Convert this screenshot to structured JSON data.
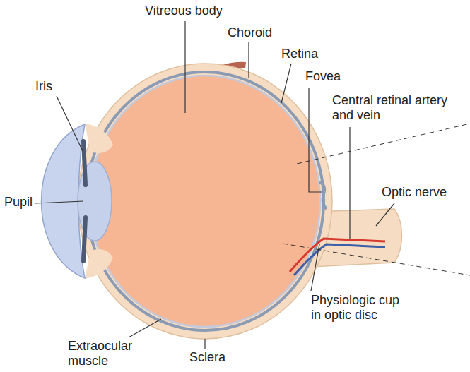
{
  "diagram": {
    "labels": [
      "Vitreous body",
      "Choroid",
      "Retina",
      "Iris",
      "Fovea",
      "Central retinal artery and vein",
      "Optic nerve",
      "Pupil",
      "Physiologic cup in optic disc",
      "Extraocular muscle",
      "Sclera"
    ]
  }
}
